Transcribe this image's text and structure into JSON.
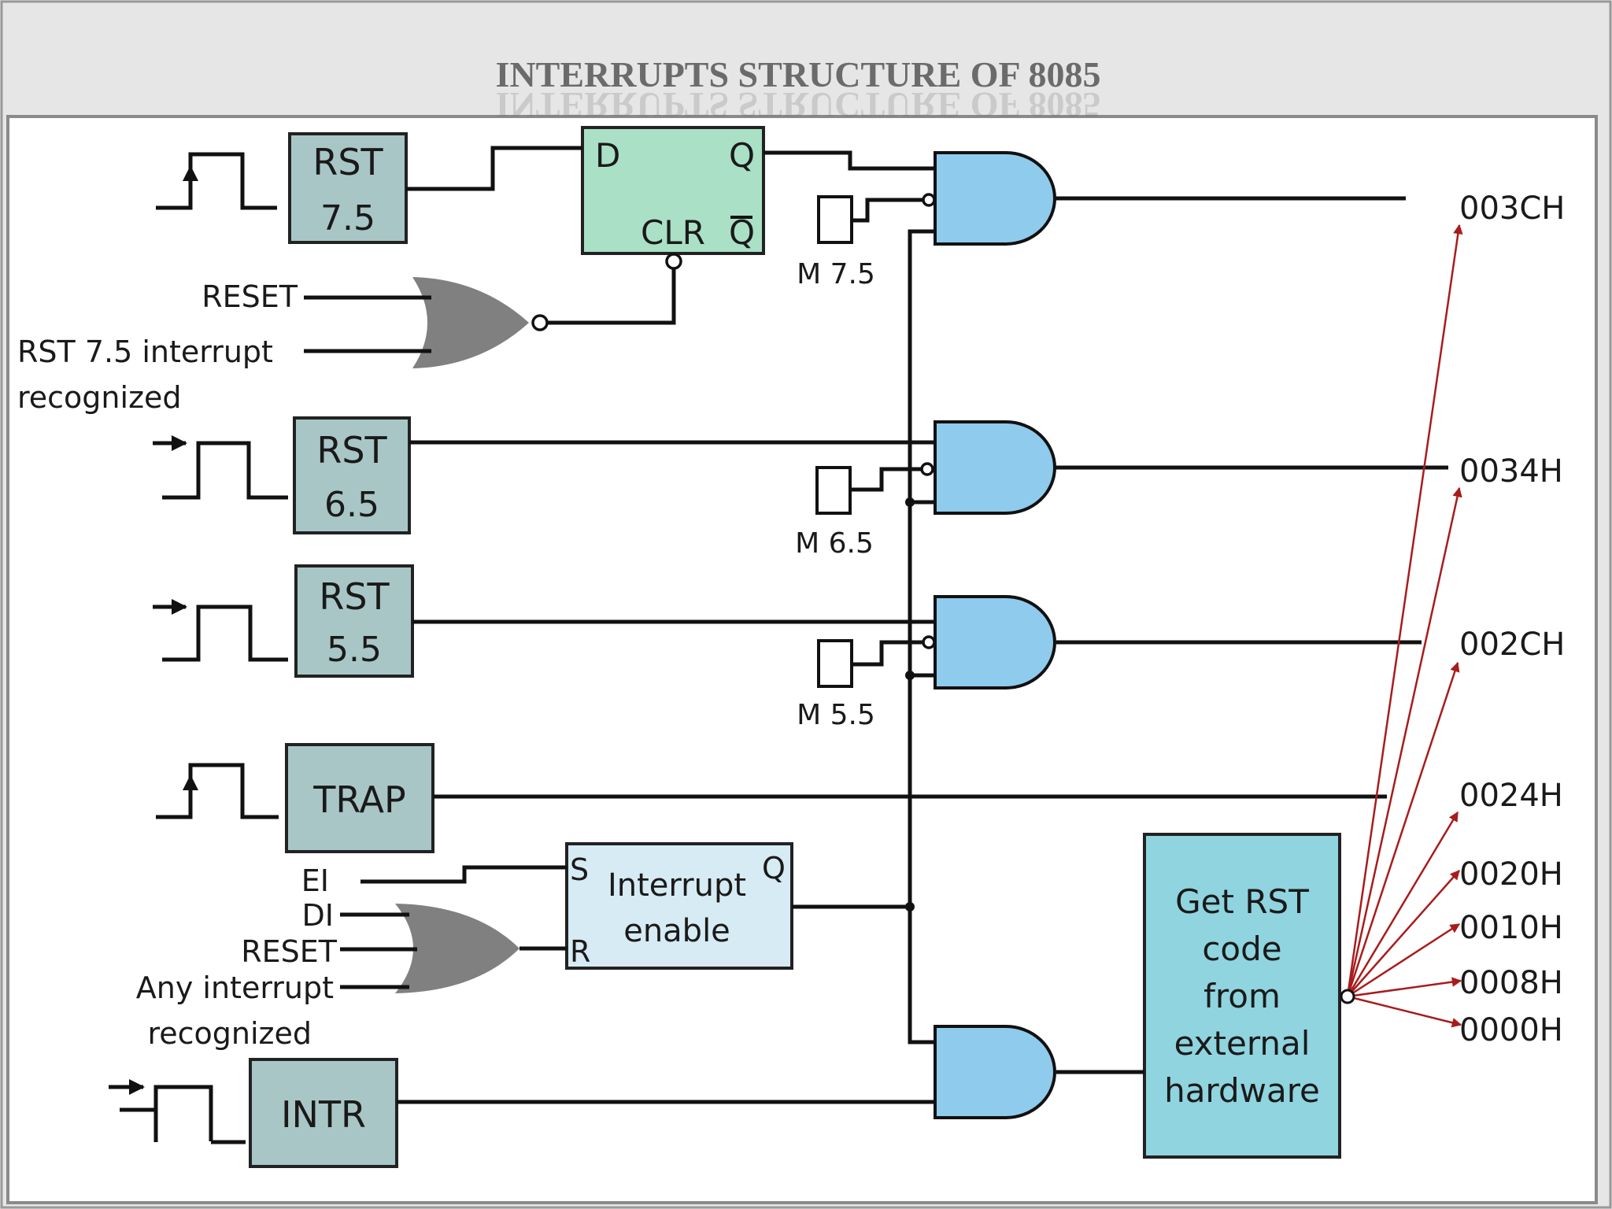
{
  "title": "INTERRUPTS  STRUCTURE OF 8085",
  "boxes": {
    "rst75": [
      "RST",
      "7.5"
    ],
    "rst65": [
      "RST",
      "6.5"
    ],
    "rst55": [
      "RST",
      "5.5"
    ],
    "trap": "TRAP",
    "intr": "INTR"
  },
  "flipflop": {
    "d": "D",
    "q": "Q",
    "clr": "CLR",
    "qbar": "Q"
  },
  "interrupt_enable": {
    "s": "S",
    "r": "R",
    "q": "Q",
    "label": [
      "Interrupt",
      "enable"
    ]
  },
  "inputs": {
    "reset_top": "RESET",
    "rst75_recognized": [
      "RST 7.5 interrupt",
      "recognized"
    ],
    "ei": "EI",
    "di": "DI",
    "reset_bottom": "RESET",
    "any_recognized": [
      "Any interrupt",
      "recognized"
    ]
  },
  "masks": [
    "M 7.5",
    "M 6.5",
    "M 5.5"
  ],
  "get_rst": [
    "Get RST",
    "code",
    "from",
    "external",
    "hardware"
  ],
  "vectors": [
    "003CH",
    "0034H",
    "002CH",
    "0024H",
    "0020H",
    "0010H",
    "0008H",
    "0000H"
  ]
}
